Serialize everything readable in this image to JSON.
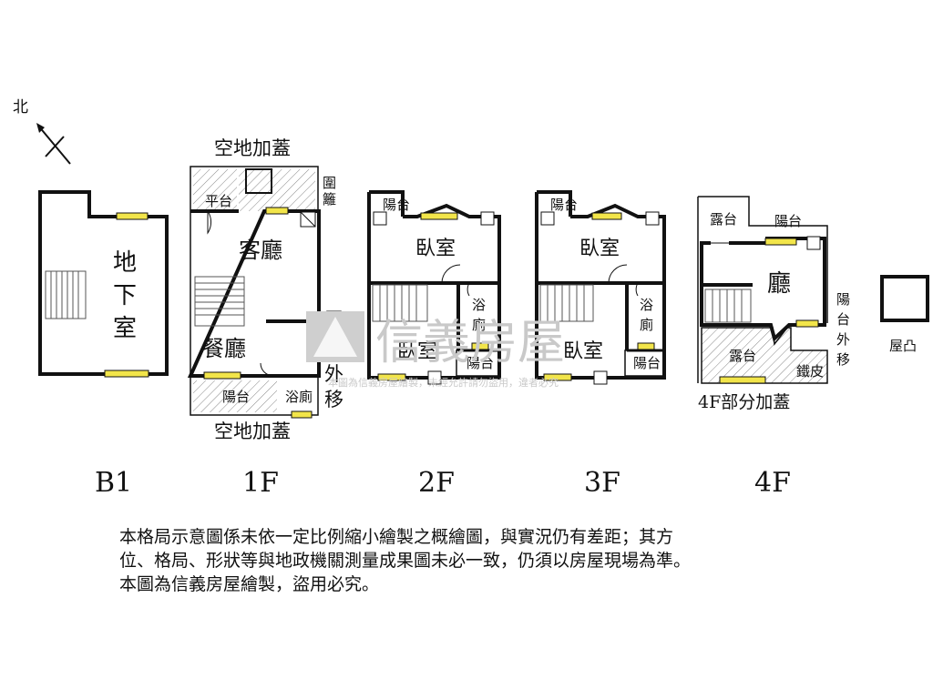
{
  "compass": {
    "north": "北"
  },
  "floors": {
    "b1": {
      "name": "B1",
      "rooms": {
        "basement": "地下室"
      }
    },
    "f1": {
      "name": "1F",
      "rooms": {
        "top_extension": "空地加蓋",
        "fence": "圍籬",
        "platform": "平台",
        "living": "客廳",
        "dining": "餐廳",
        "platform_out": "平台外移",
        "balcony": "陽台",
        "bath": "浴廁",
        "bottom_extension": "空地加蓋"
      }
    },
    "f2": {
      "name": "2F",
      "rooms": {
        "balcony_top": "陽台",
        "bedroom_top": "臥室",
        "bath": "浴廁",
        "bedroom_bottom": "臥室",
        "balcony_bottom": "陽台"
      }
    },
    "f3": {
      "name": "3F",
      "rooms": {
        "balcony_top": "陽台",
        "bedroom_top": "臥室",
        "bath": "浴廁",
        "bedroom_bottom": "臥室",
        "balcony_bottom": "陽台"
      }
    },
    "f4": {
      "name": "4F",
      "rooms": {
        "terrace_top": "露台",
        "balcony_top": "陽台",
        "hall": "廳",
        "balcony_out": "陽台外移",
        "terrace_bottom": "露台",
        "iron_sheet": "鐵皮",
        "partial_extension": "4F部分加蓋"
      }
    }
  },
  "roof": {
    "label": "屋凸"
  },
  "watermark": {
    "brand": "信義房屋",
    "notice": "本圖為信義房屋繪製，未經允許請勿盜用，違者必究"
  },
  "disclaimer": [
    "本格局示意圖係未依一定比例縮小繪製之概繪圖，與實況仍有差距；其方",
    "位、格局、形狀等與地政機關測量成果圖未必一致，仍須以房屋現場為準。",
    "本圖為信義房屋繪製，盜用必究。"
  ]
}
